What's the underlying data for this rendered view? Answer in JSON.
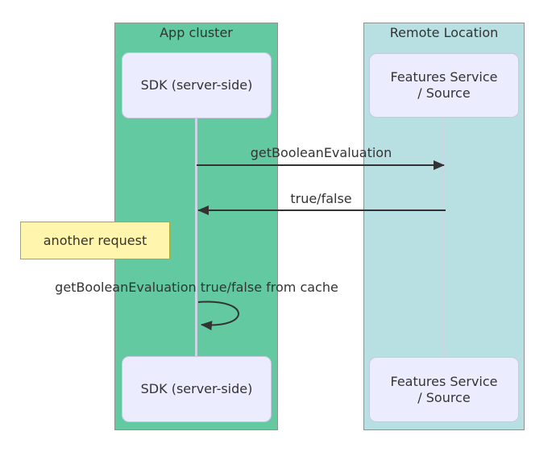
{
  "diagram": {
    "type": "sequence-diagram",
    "boxes": [
      {
        "label": "App cluster",
        "fill": "#62c9a0"
      },
      {
        "label": "Remote Location",
        "fill": "#b8e0e3"
      }
    ],
    "participants": [
      {
        "label": "SDK (server-side)"
      },
      {
        "label": "Features Service\n/ Source"
      }
    ],
    "messages": [
      {
        "from": "SDK (server-side)",
        "to": "Features Service / Source",
        "direction": "right",
        "label": "getBooleanEvaluation"
      },
      {
        "from": "Features Service / Source",
        "to": "SDK (server-side)",
        "direction": "left",
        "label": "true/false"
      },
      {
        "from": "SDK (server-side)",
        "to": "SDK (server-side)",
        "direction": "self",
        "label": "getBooleanEvaluation true/false from cache"
      }
    ],
    "note": {
      "position": "left-of-sdk-lifeline",
      "label": "another request"
    },
    "colors": {
      "app_cluster_fill": "#62c9a0",
      "remote_location_fill": "#b8e0e3",
      "group_border": "#919191",
      "participant_fill": "#ececff",
      "participant_border": "#c8c8e0",
      "lifeline": "#ccd5e5",
      "arrow": "#333333",
      "text": "#333333",
      "note_fill": "#fff5ad",
      "note_border": "#aaaa33",
      "background": "#ffffff"
    }
  }
}
